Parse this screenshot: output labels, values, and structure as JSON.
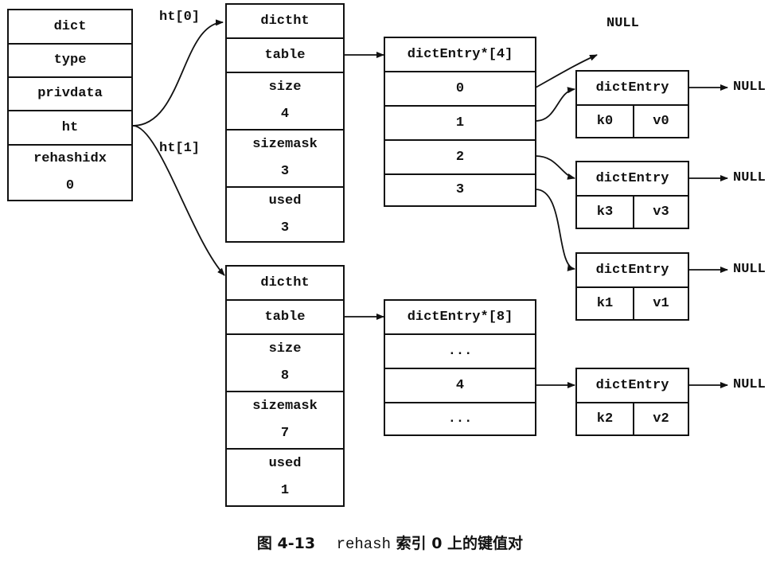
{
  "dict": {
    "title": "dict",
    "fields": [
      "type",
      "privdata",
      "ht"
    ],
    "rehashidx_label": "rehashidx",
    "rehashidx_value": "0"
  },
  "pointer_labels": {
    "ht0": "ht[0]",
    "ht1": "ht[1]"
  },
  "ht0": {
    "title": "dictht",
    "table": "table",
    "size_label": "size",
    "size": "4",
    "sizemask_label": "sizemask",
    "sizemask": "3",
    "used_label": "used",
    "used": "3"
  },
  "ht1": {
    "title": "dictht",
    "table": "table",
    "size_label": "size",
    "size": "8",
    "sizemask_label": "sizemask",
    "sizemask": "7",
    "used_label": "used",
    "used": "1"
  },
  "table4": {
    "title": "dictEntry*[4]",
    "slots": [
      "0",
      "1",
      "2",
      "3"
    ]
  },
  "table8": {
    "title": "dictEntry*[8]",
    "slots": [
      "...",
      "4",
      "..."
    ]
  },
  "entries": [
    {
      "title": "dictEntry",
      "key": "k0",
      "value": "v0",
      "next": "NULL"
    },
    {
      "title": "dictEntry",
      "key": "k3",
      "value": "v3",
      "next": "NULL"
    },
    {
      "title": "dictEntry",
      "key": "k1",
      "value": "v1",
      "next": "NULL"
    },
    {
      "title": "dictEntry",
      "key": "k2",
      "value": "v2",
      "next": "NULL"
    }
  ],
  "slot0_null": "NULL",
  "caption": {
    "figure": "图 4-13",
    "code": "rehash",
    "text": "索引 0 上的键值对"
  }
}
